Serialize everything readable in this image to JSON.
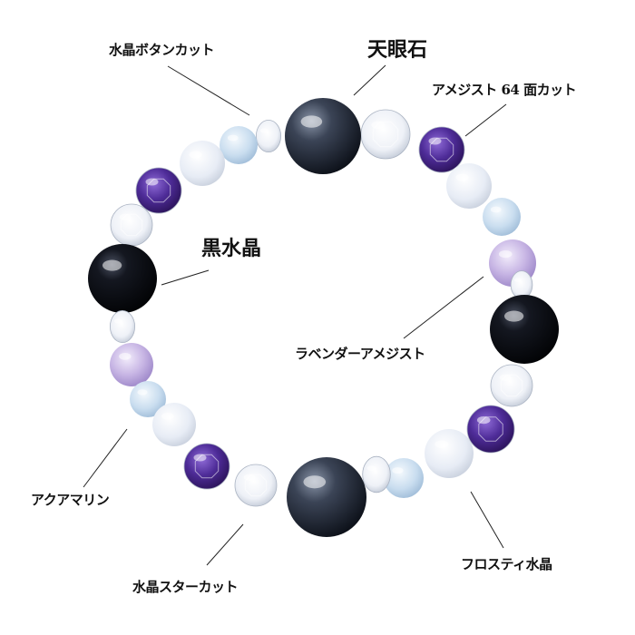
{
  "labels": {
    "tengan": "天眼石",
    "button_cut": "水晶ボタンカット",
    "amethyst_64": "アメジスト 64 面カット",
    "black_quartz": "黒水晶",
    "lavender_amethyst": "ラベンダーアメジスト",
    "aquamarine": "アクアマリン",
    "star_cut": "水晶スターカット",
    "frosty": "フロスティ水晶"
  },
  "colors": {
    "background": "#ffffff",
    "leader_line": "#222222",
    "label_text": "#111111",
    "tengan_stone": "#1d2433",
    "black_quartz": "#07080c",
    "amethyst": "#4a2a8a",
    "lavender_amethyst": "#c9b9e4",
    "aquamarine": "#cfe2f2",
    "frosty_quartz": "#eef2f8",
    "clear_quartz": "#f3f5fa"
  }
}
